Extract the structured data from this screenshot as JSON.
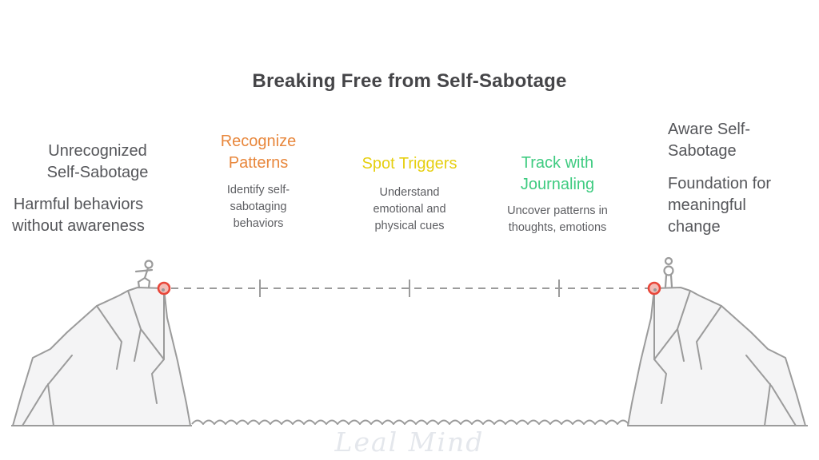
{
  "header": {
    "title": "Breaking Free from Self-Sabotage"
  },
  "stages": [
    {
      "name": "unrecognized-self-sabotage",
      "heading": "Unrecognized Self-Sabotage",
      "body": "Harmful behaviors without awareness",
      "heading_color": "#55565a"
    },
    {
      "name": "recognize-patterns",
      "heading": "Recognize Patterns",
      "body": "Identify self-sabotaging behaviors",
      "heading_color": "#e8873c"
    },
    {
      "name": "spot-triggers",
      "heading": "Spot Triggers",
      "body": "Understand emotional and physical cues",
      "heading_color": "#e6cf10"
    },
    {
      "name": "track-with-journaling",
      "heading": "Track with Journaling",
      "body": "Uncover patterns in thoughts, emotions",
      "heading_color": "#3ecb80"
    },
    {
      "name": "aware-self-sabotage",
      "heading": "Aware Self-Sabotage",
      "body": "Foundation for meaningful change",
      "heading_color": "#55565a"
    }
  ],
  "scene": {
    "left_figure": "climber-crouching-at-cliff-edge",
    "right_figure": "person-standing-at-cliff-edge",
    "anchor_color": "#e8473a",
    "anchor_fill": "#f3bcb6",
    "line_color": "#9b9b9b",
    "cliff_fill": "#f4f4f5",
    "tick_count": 3
  },
  "watermark": {
    "text": "Leal Mind",
    "color": "#e4e7ec"
  }
}
